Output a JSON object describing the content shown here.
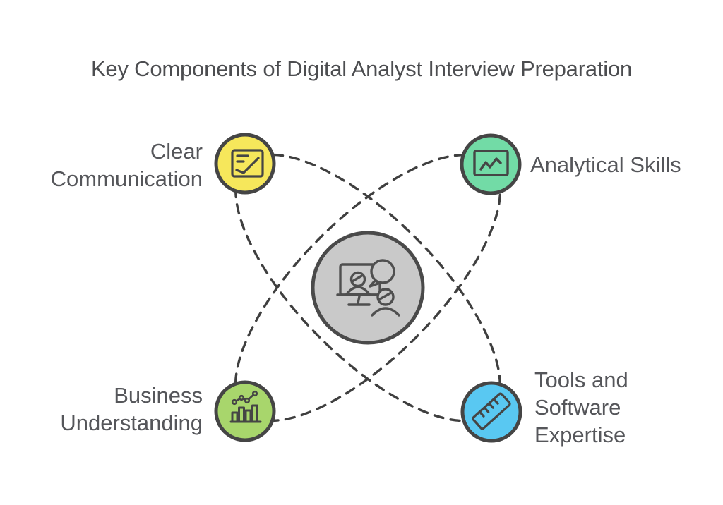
{
  "title": "Key Components of Digital Analyst Interview Preparation",
  "center": {
    "icon": "interview-conversation-icon",
    "color": "#c9c9c9",
    "outline": "#4a4a4a"
  },
  "nodes": [
    {
      "id": "clear-communication",
      "label": "Clear\nCommunication",
      "icon": "report-trend-icon",
      "color": "#f6e75b",
      "position": "top-left"
    },
    {
      "id": "analytical-skills",
      "label": "Analytical Skills",
      "icon": "chart-screen-icon",
      "color": "#72dba6",
      "position": "top-right"
    },
    {
      "id": "business-understanding",
      "label": "Business\nUnderstanding",
      "icon": "bar-chart-icon",
      "color": "#a8d66c",
      "position": "bottom-left"
    },
    {
      "id": "tools-software-expertise",
      "label": "Tools and\nSoftware\nExpertise",
      "icon": "ruler-icon",
      "color": "#59c8f2",
      "position": "bottom-right"
    }
  ],
  "style": {
    "background": "#ffffff",
    "node_outline": "#454545",
    "dash_color": "#3f3f3f",
    "text_color": "#55565a",
    "title_color": "#4c4d50"
  }
}
